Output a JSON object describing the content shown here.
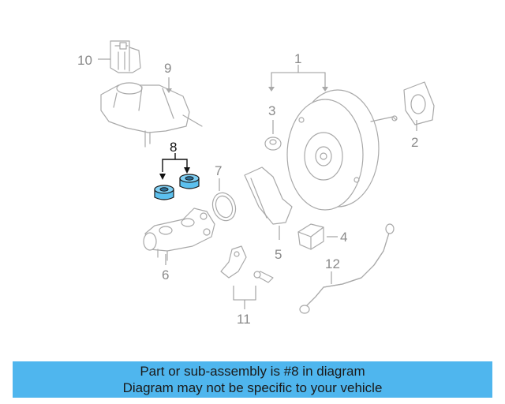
{
  "diagram": {
    "callouts": {
      "c1": "1",
      "c2": "2",
      "c3": "3",
      "c4": "4",
      "c5": "5",
      "c6": "6",
      "c7": "7",
      "c8": "8",
      "c9": "9",
      "c10": "10",
      "c11": "11",
      "c12": "12"
    },
    "highlight_color": "#5cc0ee",
    "line_color": "#a9a9a9"
  },
  "banner": {
    "line1": "Part or sub-assembly is #8 in diagram",
    "line2": "Diagram may not be specific to your vehicle",
    "background": "#4fb6ee"
  }
}
